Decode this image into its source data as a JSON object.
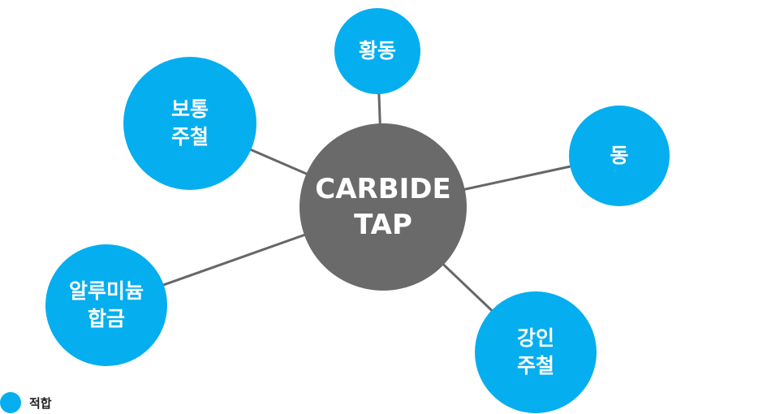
{
  "center": {
    "label": "CARBIDE\nTAP",
    "color": "#6a6a6a"
  },
  "materials": [
    {
      "id": "brass",
      "label": "황동"
    },
    {
      "id": "gray-cast-iron",
      "label": "보통\n주철"
    },
    {
      "id": "copper",
      "label": "동"
    },
    {
      "id": "aluminum-alloy",
      "label": "알루미늄\n합금"
    },
    {
      "id": "ductile-cast-iron",
      "label": "강인\n주철"
    }
  ],
  "legend": {
    "label": "적합",
    "color": "#05aeef"
  },
  "line_color": "#666666"
}
